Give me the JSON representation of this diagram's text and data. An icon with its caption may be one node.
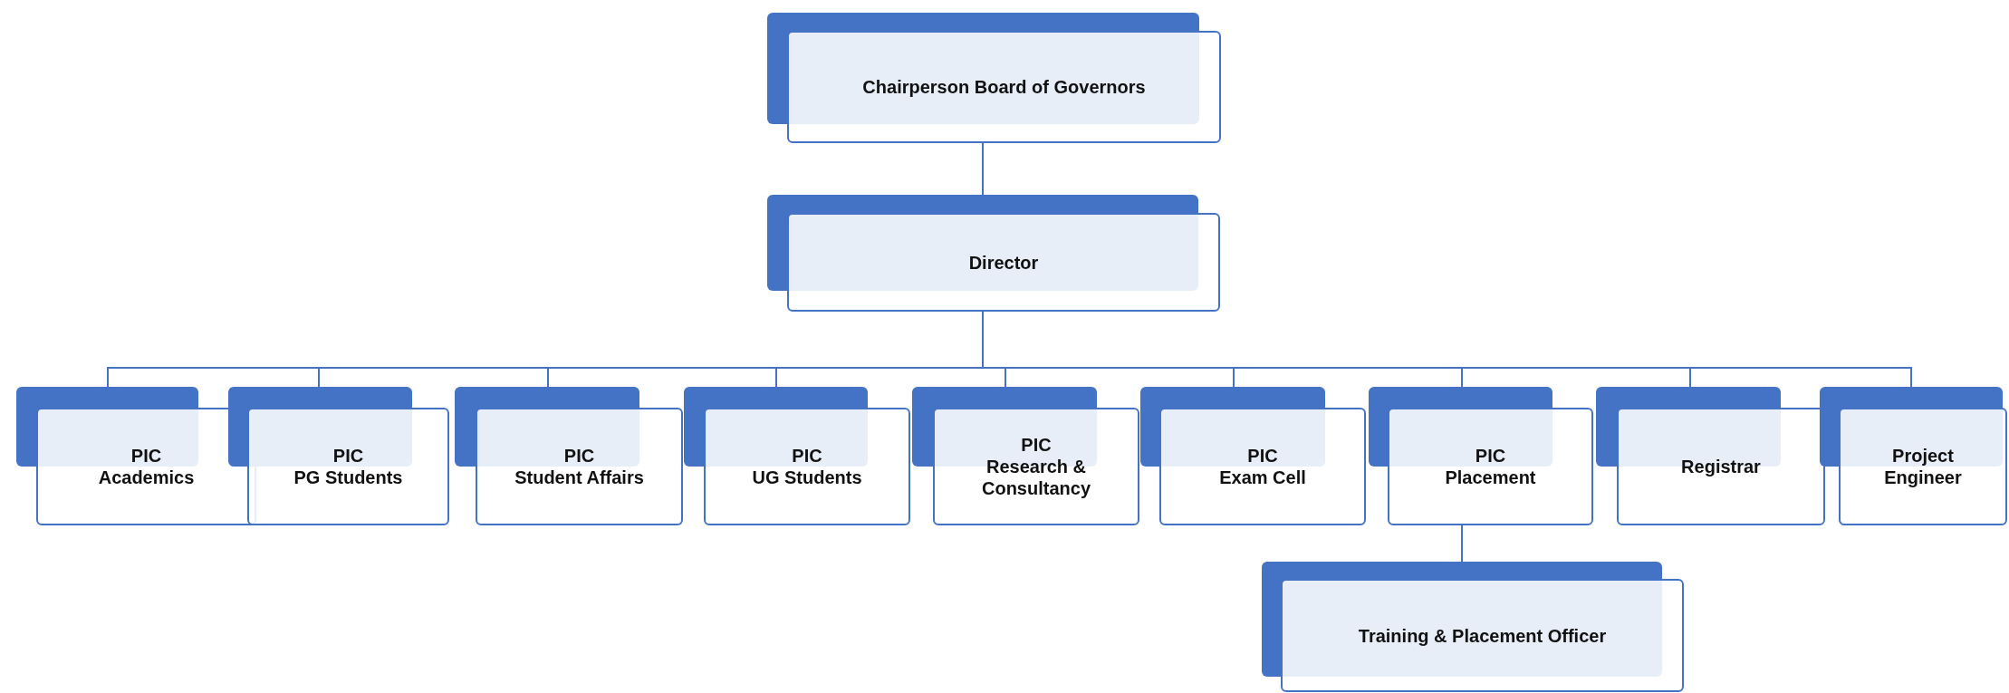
{
  "diagram": {
    "nodes": [
      {
        "text": [
          "Chairperson Board of Governors"
        ]
      },
      {
        "text": [
          "Director"
        ]
      },
      {
        "text": [
          "PIC Academics"
        ]
      },
      {
        "text": [
          "PIC PG Students"
        ]
      },
      {
        "text": [
          "PIC Student Affairs"
        ]
      },
      {
        "text": [
          "PIC UG Students"
        ]
      },
      {
        "text": [
          "PIC Research & Consultancy"
        ]
      },
      {
        "text": [
          "PIC Exam Cell"
        ]
      },
      {
        "text": [
          "PIC Placement"
        ]
      },
      {
        "text": [
          "Registrar"
        ]
      },
      {
        "text": [
          "Project Engineer"
        ]
      },
      {
        "text": [
          "Training & Placement Officer"
        ]
      }
    ],
    "edges": [
      {
        "from": 0,
        "to": 1,
        "arrow": "none"
      },
      {
        "from": 1,
        "to": 2,
        "arrow": "none"
      },
      {
        "from": 1,
        "to": 3,
        "arrow": "none"
      },
      {
        "from": 1,
        "to": 4,
        "arrow": "none"
      },
      {
        "from": 1,
        "to": 5,
        "arrow": "none"
      },
      {
        "from": 1,
        "to": 6,
        "arrow": "none"
      },
      {
        "from": 1,
        "to": 7,
        "arrow": "none"
      },
      {
        "from": 1,
        "to": 8,
        "arrow": "none"
      },
      {
        "from": 1,
        "to": 9,
        "arrow": "none"
      },
      {
        "from": 1,
        "to": 10,
        "arrow": "none"
      },
      {
        "from": 8,
        "to": 11,
        "arrow": "none"
      }
    ]
  }
}
